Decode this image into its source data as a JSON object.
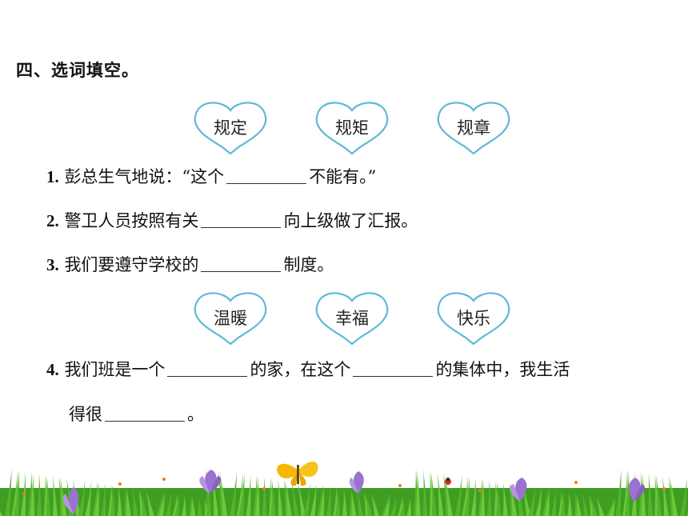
{
  "section": {
    "title": "四、选词填空。"
  },
  "group1": {
    "words": [
      "规定",
      "规矩",
      "规章"
    ]
  },
  "group2": {
    "words": [
      "温暖",
      "幸福",
      "快乐"
    ]
  },
  "questions": [
    {
      "num": "1.",
      "before": "彭总生气地说：“这个",
      "after": "不能有。”"
    },
    {
      "num": "2.",
      "before": "警卫人员按照有关",
      "after": "向上级做了汇报。"
    },
    {
      "num": "3.",
      "before": "我们要遵守学校的",
      "after": "制度。"
    },
    {
      "num": "4.",
      "before": "我们班是一个",
      "mid": "的家，在这个",
      "after": "的集体中，我生活",
      "cont": "得很",
      "end": "。"
    }
  ],
  "colors": {
    "heart_outline": "#5fb8d8",
    "grass": "#4caf2a",
    "flower": "#9b72cf",
    "butterfly": "#f5b800"
  }
}
